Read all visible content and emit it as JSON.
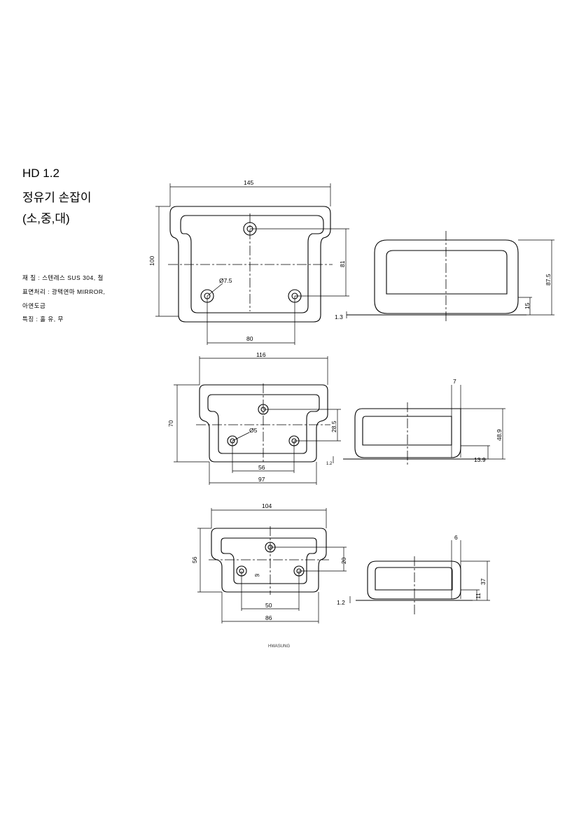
{
  "header": {
    "model": "HD 1.2",
    "name": "정유기 손잡이",
    "sizes": "(소,중,대)"
  },
  "specs": {
    "material": "재 질 : 스텐레스 SUS 304, 철",
    "finish": "표면처리 : 광택연마 MIRROR,",
    "finish2": "아연도금",
    "feature": "특징 : 홀 유, 무"
  },
  "large": {
    "width": "145",
    "height": "100",
    "hole_pitch_v": "81",
    "hole_pitch_h": "80",
    "hole_dia": "Ø7.5",
    "side_height": "87.5",
    "side_base": "15",
    "thickness": "1.3"
  },
  "medium": {
    "width": "116",
    "height": "70",
    "hole_pitch_v": "28.5",
    "hole_pitch_h": "56",
    "inner_width": "97",
    "hole_dia": "Ø5",
    "side_height": "48.9",
    "side_base": "13.9",
    "wire": "7",
    "thickness": "1.2"
  },
  "small": {
    "width": "104",
    "height": "56",
    "hole_pitch_v": "20",
    "hole_pitch_h": "50",
    "inner_width": "86",
    "hole_dia": "Ø5",
    "side_height": "37",
    "side_base": "11",
    "wire": "6",
    "thickness": "1.2"
  },
  "logo": "HWASUNG"
}
